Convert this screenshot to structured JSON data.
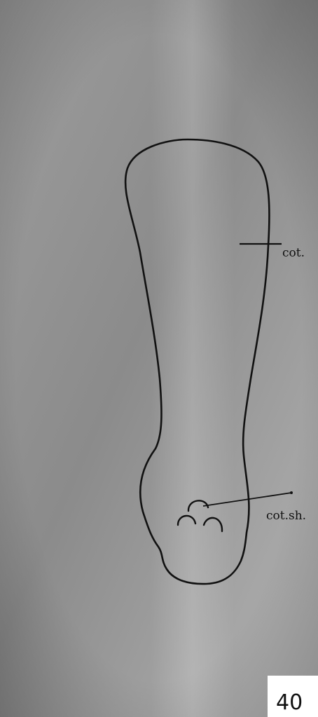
{
  "figure": {
    "labels": {
      "cotyledon": "cot.",
      "cotyledon_shoot": "cot.sh."
    },
    "plate_number": "40"
  },
  "colors": {
    "background_light": "#c9c9c9",
    "background_dark": "#6f6f6f",
    "ink": "#111111",
    "number_box": "#ffffff"
  }
}
